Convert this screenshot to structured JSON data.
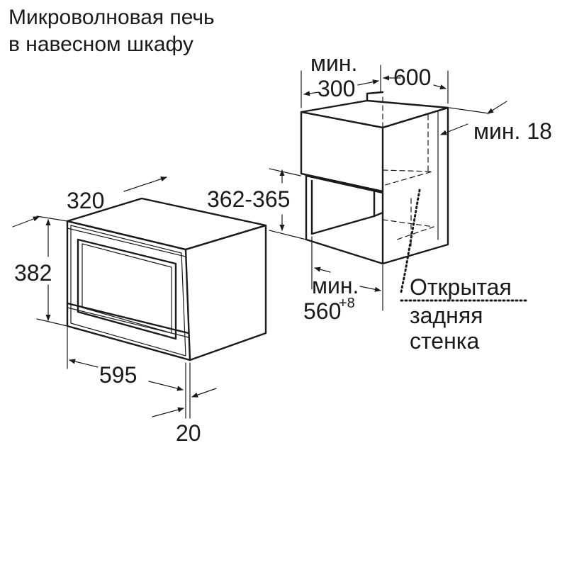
{
  "title": {
    "line1": "Микроволновая печь",
    "line2": "в навесном шкафу"
  },
  "oven": {
    "depth": "320",
    "height": "382",
    "width": "595",
    "front_overhang": "20"
  },
  "cabinet": {
    "min_label_top": "мин.",
    "min_depth": "300",
    "depth": "600",
    "wall_min": "мин. 18",
    "niche_height": "362-365",
    "min_label_bottom": "мин.",
    "niche_width": "560",
    "niche_width_tolerance": "+8"
  },
  "note": {
    "line1": "Открытая",
    "line2": "задняя",
    "line3": "стенка"
  }
}
